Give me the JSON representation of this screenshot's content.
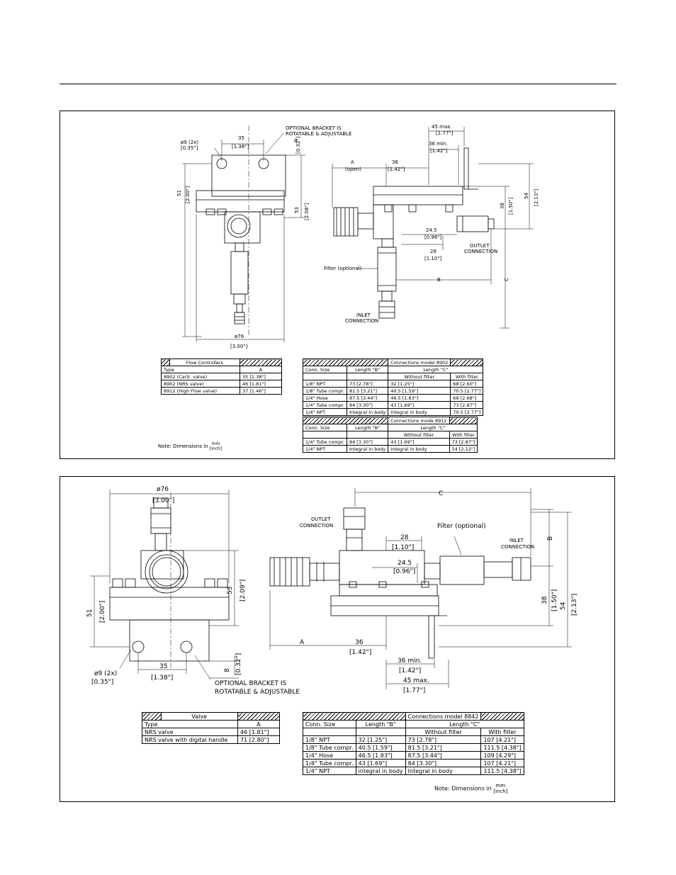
{
  "panel1": {
    "labels": {
      "d9": "ø9 (2x)",
      "d9_in": "[0.35\"]",
      "bracket1": "OPTIONAL BRACKET IS",
      "bracket2": "ROTATABLE & ADJUSTABLE",
      "d35": "35",
      "d35_in": "[1.38\"]",
      "d8": "8",
      "d8_in": "[0.32\"]",
      "d51": "51",
      "d51_in": "[2.00\"]",
      "d53": "53",
      "d53_in": "[2.08\"]",
      "d76": "ø76",
      "d76_in": "[3.00\"]",
      "d45": "45 max.",
      "d45_in": "[1.77\"]",
      "d36": "36 min.",
      "d36_in": "[1.42\"]",
      "dA": "A",
      "dA_sub": "(open)",
      "d36b": "36",
      "d36b_in": "[1.42\"]",
      "d38": "38",
      "d38_in": "[1.50\"]",
      "d54": "54",
      "d54_in": "[2.13\"]",
      "d245": "24.5",
      "d245_in": "[0.96\"]",
      "d28": "28",
      "d28_in": "[1.10\"]",
      "outlet1": "OUTLET",
      "outlet2": "CONNECTION",
      "filter": "Filter (optional)",
      "dB": "B",
      "dC": "C",
      "inlet1": "INLET",
      "inlet2": "CONNECTION"
    },
    "flow_table": {
      "title": "Flow Controllers",
      "col_type": "Type",
      "col_a": "A",
      "rows": [
        {
          "type": "8902 (Cartr. valve)",
          "a": "35 [1.38\"]"
        },
        {
          "type": "8902 (NRS valve)",
          "a": "46 [1.81\"]"
        },
        {
          "type": "8912 (High Flow valve)",
          "a": "37 [1.46\"]"
        }
      ]
    },
    "conn_8902": {
      "title": "Connections model 8902",
      "col_size": "Conn. Size",
      "col_b": "Length \"B\"",
      "col_c": "Length \"C\"",
      "sub_without": "Without filter",
      "sub_with": "With filter",
      "rows": [
        {
          "size": "1/8\" NPT",
          "b": "73 [2.78\"]",
          "without": "32 [1.25\"]",
          "with": "68 [2.60\"]"
        },
        {
          "size": "1/8\" Tube compr.",
          "b": "81.5 [3.21\"]",
          "without": "40.5 [1.59\"]",
          "with": "70.5 [2.77\"]"
        },
        {
          "size": "1/4\" Hose",
          "b": "87.5 [3.44\"]",
          "without": "46.5 [1.83\"]",
          "with": "68 [2.68\"]"
        },
        {
          "size": "1/4\" Tube compr.",
          "b": "84 [3.30\"]",
          "without": "43 [1.69\"]",
          "with": "73 [2.87\"]"
        },
        {
          "size": "1/4\" NPT",
          "b": "Integral in body",
          "without": "Integral in body",
          "with": "70.5 [2.77\"]"
        }
      ]
    },
    "conn_8912": {
      "title": "Connections mode 8912",
      "col_size": "Conn. Size",
      "col_b": "Length \"B\"",
      "col_c": "Length \"C\"",
      "sub_without": "Without filter",
      "sub_with": "With filter",
      "rows": [
        {
          "size": "1/4\" Tube compr.",
          "b": "84 [3.30\"]",
          "without": "43 [1.69\"]",
          "with": "73 [2.87\"]"
        },
        {
          "size": "1/4\" NPT",
          "b": "Integral in body",
          "without": "Integral in body",
          "with": "54 [2.12\"]"
        }
      ]
    },
    "note": "Note: Dimensions in",
    "note_mm": "mm",
    "note_inch": "[inch]"
  },
  "panel2": {
    "labels": {
      "d76": "ø76",
      "d76_in": "[3.00\"]",
      "d51": "51",
      "d51_in": "[2.00\"]",
      "d53": "53",
      "d53_in": "[2.09\"]",
      "d9": "ø9 (2x)",
      "d9_in": "[0.35\"]",
      "d35": "35",
      "d35_in": "[1.38\"]",
      "d8": "8",
      "d8_in": "[0.32\"]",
      "bracket1": "OPTIONAL BRACKET IS",
      "bracket2": "ROTATABLE & ADJUSTABLE",
      "dC": "C",
      "outlet1": "OUTLET",
      "outlet2": "CONNECTION",
      "d28": "28",
      "d28_in": "[1.10\"]",
      "filter": "Filter (optional)",
      "inlet1": "INLET",
      "inlet2": "CONNECTION",
      "dB": "B",
      "d245": "24.5",
      "d245_in": "[0.96\"]",
      "d38": "38",
      "d38_in": "[1.50\"]",
      "d54": "54",
      "d54_in": "[2.13\"]",
      "dA": "A",
      "d36b": "36",
      "d36b_in": "[1.42\"]",
      "d36": "36 min.",
      "d36_in": "[1.42\"]",
      "d45": "45 max.",
      "d45_in": "[1.77\"]"
    },
    "valve_table": {
      "title": "Valve",
      "col_type": "Type",
      "col_a": "A",
      "rows": [
        {
          "type": "NRS valve",
          "a": "46 [1.81\"]"
        },
        {
          "type": "NRS valve with digital handle",
          "a": "71 [2.80\"]"
        }
      ]
    },
    "conn_8842": {
      "title": "Connections model 8842",
      "col_size": "Conn. Size",
      "col_b": "Length \"B\"",
      "col_c": "Length \"C\"",
      "sub_without": "Without filter",
      "sub_with": "With filter",
      "rows": [
        {
          "size": "1/8\" NPT",
          "b": "32 [1.25\"]",
          "without": "73 [2.78\"]",
          "with": "107 [4.21\"]"
        },
        {
          "size": "1/8\" Tube compr.",
          "b": "40.5 [1.59\"]",
          "without": "81.5 [3.21\"]",
          "with": "111.5 [4.38\"]"
        },
        {
          "size": "1/4\" Hose",
          "b": "46.5 [1.83\"]",
          "without": "87.5 [3.44\"]",
          "with": "109 [4.29\"]"
        },
        {
          "size": "1/4\" Tube compr.",
          "b": "43 [1.69\"]",
          "without": "84 [3.30\"]",
          "with": "107 [4.21\"]"
        },
        {
          "size": "1/4\" NPT",
          "b": "integral in body",
          "without": "Integral in body",
          "with": "111.5 [4.38\"]"
        }
      ]
    },
    "note": "Note: Dimensions in",
    "note_mm": "mm",
    "note_inch": "[inch]"
  }
}
